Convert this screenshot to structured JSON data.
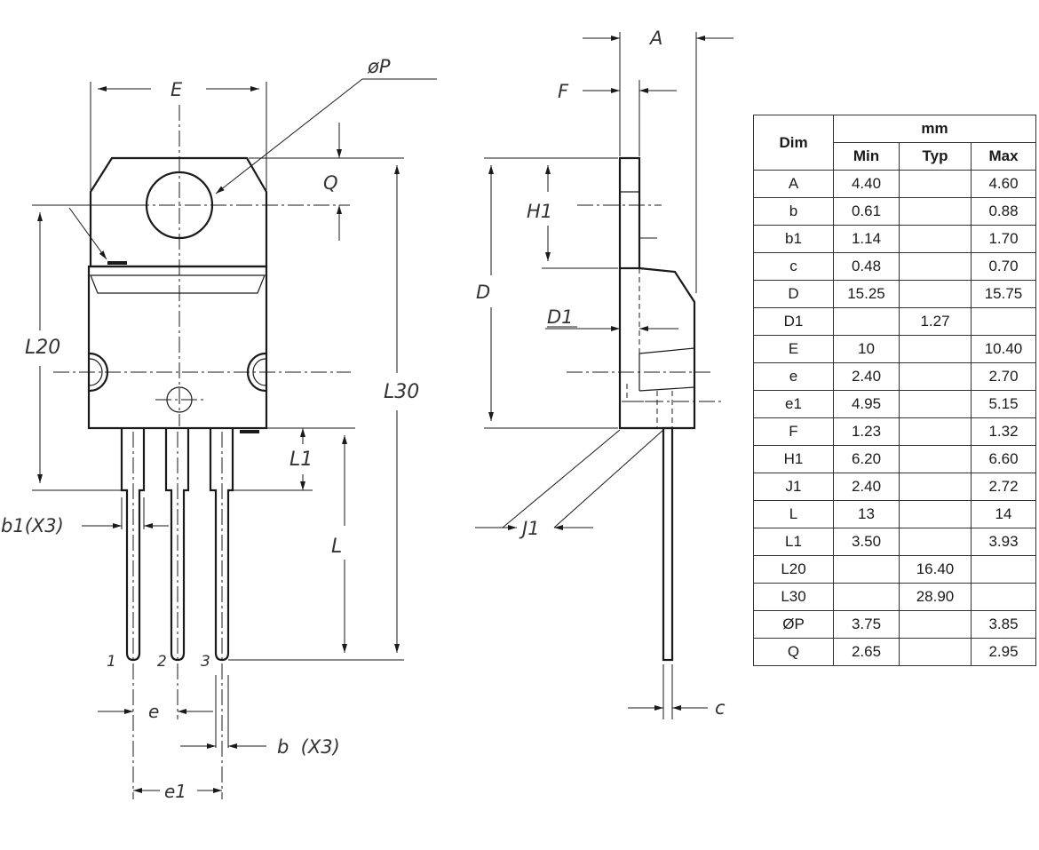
{
  "table": {
    "dim_header": "Dim",
    "unit_header": "mm",
    "col_min": "Min",
    "col_typ": "Typ",
    "col_max": "Max",
    "rows": [
      {
        "dim": "A",
        "min": "4.40",
        "typ": "",
        "max": "4.60"
      },
      {
        "dim": "b",
        "min": "0.61",
        "typ": "",
        "max": "0.88"
      },
      {
        "dim": "b1",
        "min": "1.14",
        "typ": "",
        "max": "1.70"
      },
      {
        "dim": "c",
        "min": "0.48",
        "typ": "",
        "max": "0.70"
      },
      {
        "dim": "D",
        "min": "15.25",
        "typ": "",
        "max": "15.75"
      },
      {
        "dim": "D1",
        "min": "",
        "typ": "1.27",
        "max": ""
      },
      {
        "dim": "E",
        "min": "10",
        "typ": "",
        "max": "10.40"
      },
      {
        "dim": "e",
        "min": "2.40",
        "typ": "",
        "max": "2.70"
      },
      {
        "dim": "e1",
        "min": "4.95",
        "typ": "",
        "max": "5.15"
      },
      {
        "dim": "F",
        "min": "1.23",
        "typ": "",
        "max": "1.32"
      },
      {
        "dim": "H1",
        "min": "6.20",
        "typ": "",
        "max": "6.60"
      },
      {
        "dim": "J1",
        "min": "2.40",
        "typ": "",
        "max": "2.72"
      },
      {
        "dim": "L",
        "min": "13",
        "typ": "",
        "max": "14"
      },
      {
        "dim": "L1",
        "min": "3.50",
        "typ": "",
        "max": "3.93"
      },
      {
        "dim": "L20",
        "min": "",
        "typ": "16.40",
        "max": ""
      },
      {
        "dim": "L30",
        "min": "",
        "typ": "28.90",
        "max": ""
      },
      {
        "dim": "ØP",
        "min": "3.75",
        "typ": "",
        "max": "3.85"
      },
      {
        "dim": "Q",
        "min": "2.65",
        "typ": "",
        "max": "2.95"
      }
    ]
  },
  "front_view": {
    "labels": {
      "E": "E",
      "P": "øP",
      "Q": "Q",
      "L20": "L20",
      "L30": "L30",
      "L1": "L1",
      "L": "L",
      "b1": "b1(X3)",
      "b": "b  (X3)",
      "e": "e",
      "e1": "e1",
      "pin1": "1",
      "pin2": "2",
      "pin3": "3"
    }
  },
  "side_view": {
    "labels": {
      "A": "A",
      "F": "F",
      "H1": "H1",
      "D": "D",
      "D1": "D1",
      "J1": "J1",
      "c": "c"
    }
  }
}
